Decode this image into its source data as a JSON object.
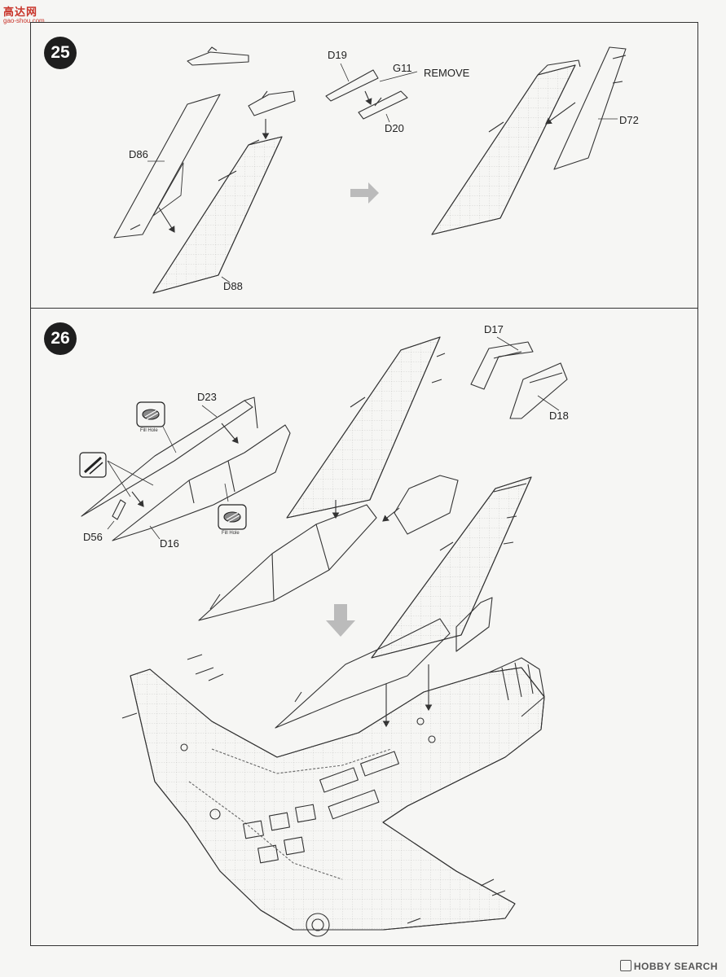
{
  "site": {
    "logo_cn": "高达网",
    "logo_url": "gao-shou.com",
    "footer_brand": "HOBBY SEARCH"
  },
  "steps": [
    {
      "number": "25",
      "labels": {
        "d19": "D19",
        "g11": "G11",
        "remove": "REMOVE",
        "d20": "D20",
        "d72": "D72",
        "d86": "D86",
        "d88": "D88"
      }
    },
    {
      "number": "26",
      "labels": {
        "d17": "D17",
        "d18": "D18",
        "d23": "D23",
        "d56": "D56",
        "d16": "D16"
      },
      "fill_hole_label": "Fill Hole"
    }
  ]
}
